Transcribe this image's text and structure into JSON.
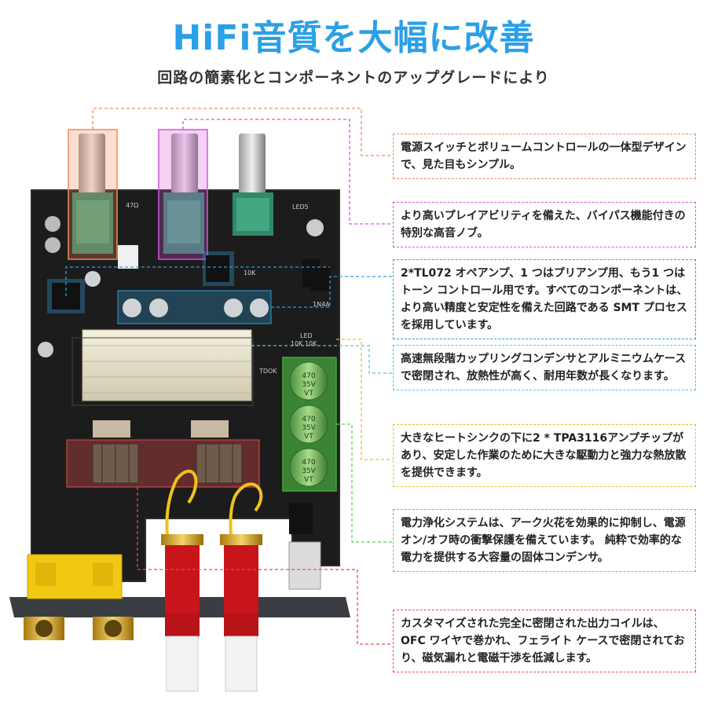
{
  "header": {
    "title": "HiFi音質を大幅に改善",
    "subtitle": "回路の簡素化とコンポーネントのアップグレードにより"
  },
  "callouts": [
    {
      "text": "電源スイッチとボリュームコントロールの一体型デザインで、見た目もシンプル。",
      "color": "#f08a5d"
    },
    {
      "text": "より高いプレイアビリティを備えた、バイパス機能付きの特別な高音ノブ。",
      "color": "#d357d9"
    },
    {
      "text": "2*TL072 オペアンプ、1 つはプリアンプ用、もう1 つはトーン コントロール用です。すべてのコンポーネントは、より高い精度と安定性を備えた回路である SMT プロセスを採用しています。",
      "color": "#2d9fd8"
    },
    {
      "text": "高速無段階カップリングコンデンサとアルミニウムケースで密閉され、放熱性が高く、耐用年数が長くなります。",
      "color": "#4dc8e8"
    },
    {
      "text": "大きなヒートシンクの下に2 * TPA3116アンプチップがあり、安定した作業のために大きな駆動力と強力な熱放散を提供できます。",
      "color": "#e6c02a"
    },
    {
      "text": "電力浄化システムは、アーク火花を効果的に抑制し、電源オン/オフ時の衝撃保護を備えています。 純粋で効率的な電力を提供する大容量の固体コンデンサ。",
      "color": "#55d84a"
    },
    {
      "text": "カスタマイズされた完全に密閉された出力コイルは、OFC ワイヤで巻かれ、フェライト ケースで密閉されており、磁気漏れと電磁干渉を低減します。",
      "color": "#e84c4c"
    }
  ],
  "board": {
    "capacitor_label": "470 35V VT",
    "capacitor_labels": [
      "470",
      "35V",
      "VT"
    ],
    "silkscreen": [
      "LED5",
      "10K",
      "47Ω",
      "TDOK",
      "LED",
      "10K 10K",
      "1N4A"
    ]
  }
}
